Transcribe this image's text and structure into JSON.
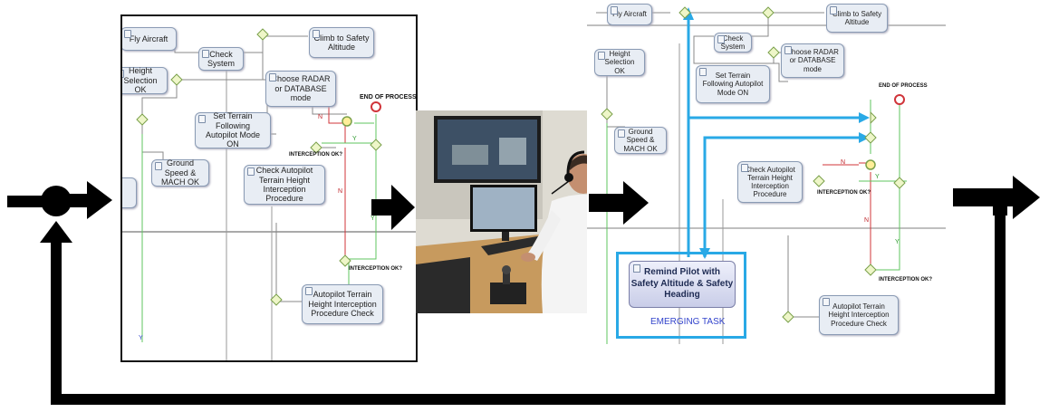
{
  "left_diagram": {
    "nodes": {
      "fly_aircraft": "Fly Aircraft",
      "check_system": "Check System",
      "climb_safety": "Climb to Safety Altitude",
      "height_selection": "Height Selection OK",
      "choose_radar": "Choose RADAR or DATABASE mode",
      "set_terrain": "Set Terrain Following Autopilot Mode ON",
      "ground_speed": "Ground Speed & MACH OK",
      "check_autopilot": "Check Autopilot Terrain Height Interception Procedure",
      "autopilot_check": "Autopilot Terrain Height Interception Procedure Check"
    },
    "labels": {
      "end_of_process": "END OF PROCESS",
      "interception_ok_1": "INTERCEPTION OK?",
      "interception_ok_2": "INTERCEPTION OK?",
      "n1": "N",
      "n2": "N",
      "y1": "Y",
      "y2": "Y",
      "y3": "Y"
    }
  },
  "right_diagram": {
    "nodes": {
      "fly_aircraft": "Fly Aircraft",
      "check_system": "Check System",
      "climb_safety": "Climb to Safety Altitude",
      "height_selection": "Height Selection OK",
      "choose_radar": "Choose RADAR or DATABASE mode",
      "set_terrain": "Set Terrain Following Autopilot Mode ON",
      "ground_speed": "Ground Speed & MACH OK",
      "check_autopilot": "Check Autopilot Terrain Height Interception Procedure",
      "autopilot_check": "Autopilot Terrain Height Interception Procedure Check",
      "remind_pilot": "Remind Pilot with Safety Altitude & Safety Heading"
    },
    "labels": {
      "end_of_process": "END OF PROCESS",
      "interception_ok_1": "INTERCEPTION OK?",
      "interception_ok_2": "INTERCEPTION OK?",
      "emerging_task": "EMERGING TASK",
      "n1": "N",
      "n2": "N",
      "y1": "Y",
      "y2": "Y"
    }
  },
  "colors": {
    "highlight_blue": "#29a9e6",
    "arrow_black": "#000000",
    "flow_red": "#d0343a",
    "flow_green": "#5fc45f",
    "node_fill": "#e8edf4"
  },
  "icons": [
    "monitor-icon",
    "headset-icon",
    "joystick-icon",
    "process-task-icon"
  ]
}
